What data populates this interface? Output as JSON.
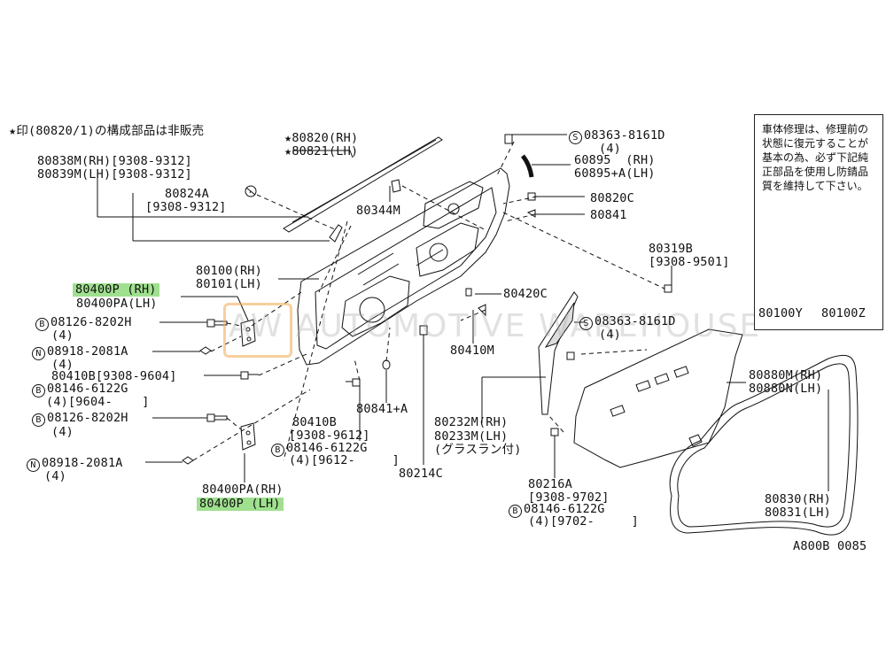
{
  "header_note": "★印(80820/1)の構成部品は非販売",
  "watermark": "AW AUTOMOTIVE WAREHOUSE",
  "footer_code": "A800B 0085",
  "repair_note": {
    "text": "車体修理は、修理前の状態に復元することが基本の為、必ず下記純正部品を使用し防錆品質を維持して下さい。",
    "left_product": "80100Y",
    "right_product": "80100Z"
  },
  "labels": {
    "l01": "★80820(RH)",
    "l02": "★80821(LH)",
    "l03": "80838M(RH)[9308-9312]",
    "l04": "80839M(LH)[9308-9312]",
    "l05": "80824A",
    "l06": "[9308-9312]",
    "l07": "08363-8161D",
    "l08": "(4)",
    "l09": "60895  (RH)",
    "l10": "60895+A(LH)",
    "l11": "80820C",
    "l12": "80841",
    "l13": "80344M",
    "l14": "80319B",
    "l15": "[9308-9501]",
    "l16": "80100(RH)",
    "l17": "80101(LH)",
    "l18": "80400P (RH)",
    "l19": "80400PA(LH)",
    "l20": "80420C",
    "l21": "08126-8202H",
    "l22": "(4)",
    "l23": "08363-8161D",
    "l24": "(4)",
    "l25": "08918-2081A",
    "l26": "(4)",
    "l27": "80410M",
    "l28": "80410B[9308-9604]",
    "l29": "08146-6122G",
    "l30": "(4)[9604-    ]",
    "l31": "80841+A",
    "l32": "80880M(RH)",
    "l33": "80880N(LH)",
    "l34": "08126-8202H",
    "l35": "(4)",
    "l36": "80410B",
    "l37": "[9308-9612]",
    "l38": "08146-6122G",
    "l39": "(4)[9612-     ]",
    "l40": "80232M(RH)",
    "l41": "80233M(LH)",
    "l42": "(グラスラン付)",
    "l43": "08918-2081A",
    "l44": "(4)",
    "l45": "80214C",
    "l46": "80216A",
    "l47": "[9308-9702]",
    "l48": "08146-6122G",
    "l49": "(4)[9702-     ]",
    "l50": "80400PA(RH)",
    "l51": "80400P (LH)",
    "l52": "80830(RH)",
    "l53": "80831(LH)"
  },
  "symbols": {
    "s": "S",
    "b": "B",
    "n": "N"
  },
  "colors": {
    "highlight": "#9fe08f",
    "line": "#111111",
    "watermark": "#aaaaaa"
  }
}
